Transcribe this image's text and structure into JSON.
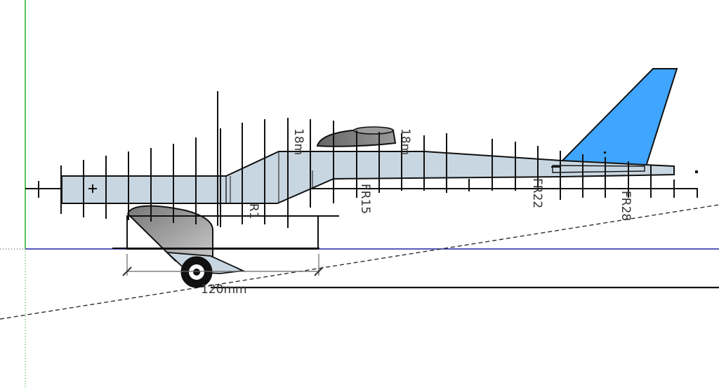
{
  "colors": {
    "fuselage": "#c8d6e1",
    "tail_fin": "#3fa5ff",
    "outline": "#111111",
    "red_axis": "#888888",
    "green_axis": "#2fb52f",
    "blue_axis": "#2424a8",
    "wing_dark": "#777777",
    "wing_light": "#c9c9c9"
  },
  "labels": {
    "frame_fr15": "FR15",
    "frame_fr22": "FR22",
    "frame_fr28": "FR28",
    "frame_partial": "R1",
    "dim_front": "18m",
    "dim_rear": "18m",
    "gear_dimension": "120mm"
  },
  "icons": {
    "wheel": "wheel-icon",
    "origin_marker": "crosshair-icon"
  }
}
